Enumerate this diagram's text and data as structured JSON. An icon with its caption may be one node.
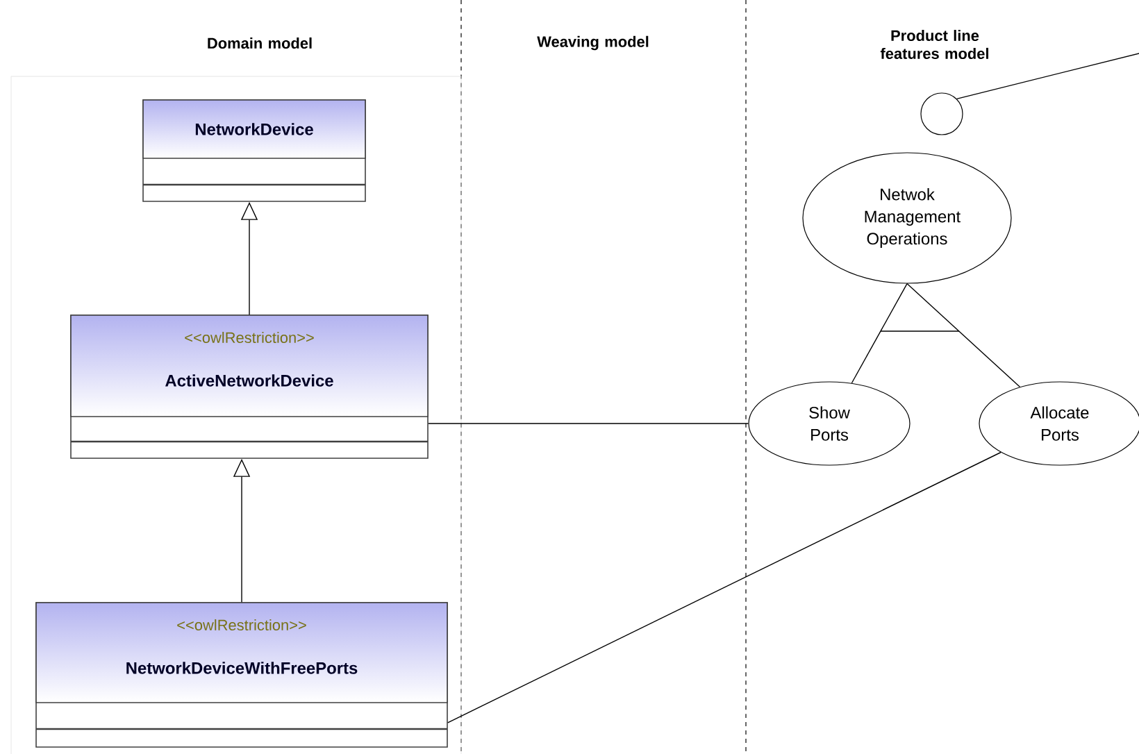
{
  "diagram": {
    "nodes": [
      {
        "text": [
          "NetworkDevice"
        ]
      },
      {
        "text": [
          "<<owlRestriction>>",
          "ActiveNetworkDevice"
        ]
      },
      {
        "text": [
          "<<owlRestriction>>",
          "NetworkDeviceWithFreePorts"
        ]
      },
      {
        "text": [],
        "shape": "circle"
      },
      {
        "text": [
          "Netwok Management Operations"
        ]
      },
      {
        "text": [
          "Show Ports"
        ]
      },
      {
        "text": [
          "Allocate Ports"
        ]
      }
    ],
    "edges": [
      {
        "from": 1,
        "to": 0,
        "arrow": "to"
      },
      {
        "from": 2,
        "to": 1,
        "arrow": "to"
      },
      {
        "from": 3,
        "to": null,
        "arrow": "none"
      },
      {
        "from": 4,
        "to": 5,
        "arrow": "none"
      },
      {
        "from": 4,
        "to": 6,
        "arrow": "none"
      },
      {
        "from": 1,
        "to": 5,
        "arrow": "none"
      },
      {
        "from": 2,
        "to": 6,
        "arrow": "none"
      }
    ],
    "labels": [
      "Domain model",
      "Weaving model",
      "Product line features model"
    ]
  }
}
